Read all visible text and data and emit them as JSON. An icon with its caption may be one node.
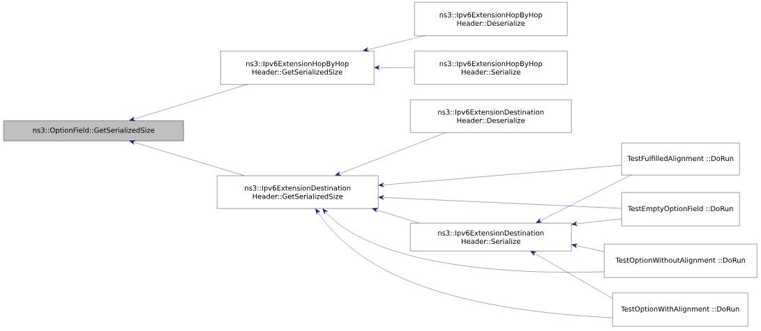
{
  "diagram": {
    "nodes": [
      {
        "text": [
          "ns3::OptionField::GetSerializedSize"
        ]
      },
      {
        "text": [
          "ns3::Ipv6ExtensionHopByHop Header::GetSerializedSize"
        ]
      },
      {
        "text": [
          "ns3::Ipv6ExtensionHopByHop Header::Deserialize"
        ]
      },
      {
        "text": [
          "ns3::Ipv6ExtensionHopByHop Header::Serialize"
        ]
      },
      {
        "text": [
          "ns3::Ipv6ExtensionDestination Header::Deserialize"
        ]
      },
      {
        "text": [
          "ns3::Ipv6ExtensionDestination Header::GetSerializedSize"
        ]
      },
      {
        "text": [
          "ns3::Ipv6ExtensionDestination Header::Serialize"
        ]
      },
      {
        "text": [
          "TestFulfilledAlignment ::DoRun"
        ]
      },
      {
        "text": [
          "TestEmptyOptionField ::DoRun"
        ]
      },
      {
        "text": [
          "TestOptionWithoutAlignment ::DoRun"
        ]
      },
      {
        "text": [
          "TestOptionWithAlignment ::DoRun"
        ]
      }
    ],
    "edges": [
      {
        "from": 1,
        "to": 0,
        "arrow": "to"
      },
      {
        "from": 5,
        "to": 0,
        "arrow": "to"
      },
      {
        "from": 2,
        "to": 1,
        "arrow": "to"
      },
      {
        "from": 3,
        "to": 1,
        "arrow": "to"
      },
      {
        "from": 4,
        "to": 5,
        "arrow": "to"
      },
      {
        "from": 7,
        "to": 5,
        "arrow": "to"
      },
      {
        "from": 8,
        "to": 5,
        "arrow": "to"
      },
      {
        "from": 6,
        "to": 5,
        "arrow": "to"
      },
      {
        "from": 9,
        "to": 5,
        "arrow": "to"
      },
      {
        "from": 10,
        "to": 5,
        "arrow": "to"
      },
      {
        "from": 7,
        "to": 6,
        "arrow": "to"
      },
      {
        "from": 8,
        "to": 6,
        "arrow": "to"
      },
      {
        "from": 9,
        "to": 6,
        "arrow": "to"
      },
      {
        "from": 10,
        "to": 6,
        "arrow": "to"
      }
    ]
  }
}
